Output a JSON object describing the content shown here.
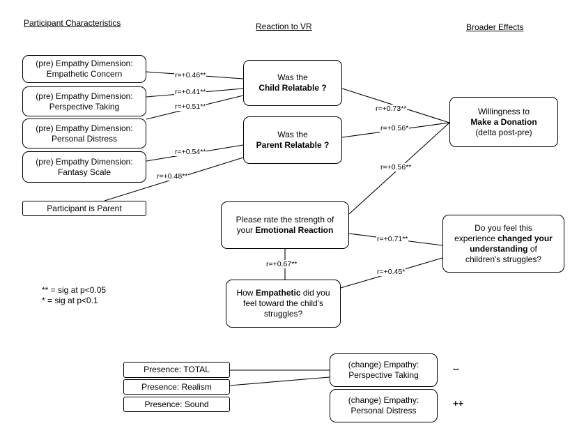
{
  "headers": {
    "participant": "Participant Characteristics",
    "reaction": "Reaction to VR",
    "broader": "Broader Effects"
  },
  "left_boxes": {
    "empathic_concern": {
      "line1": "(pre) Empathy Dimension:",
      "line2": "Empathetic Concern"
    },
    "perspective_taking": {
      "line1": "(pre) Empathy Dimension:",
      "line2": "Perspective Taking"
    },
    "personal_distress": {
      "line1": "(pre) Empathy Dimension:",
      "line2": "Personal Distress"
    },
    "fantasy_scale": {
      "line1": "(pre) Empathy Dimension:",
      "line2": "Fantasy Scale"
    },
    "is_parent": "Participant is Parent"
  },
  "middle_boxes": {
    "child": {
      "line1": "Was the",
      "bold": "Child Relatable ?"
    },
    "parent": {
      "line1": "Was the",
      "bold": "Parent Relatable ?"
    },
    "emotional": {
      "line1": "Please rate the strength of",
      "pre": "your ",
      "bold": "Emotional Reaction"
    },
    "empathetic": {
      "pre": "How ",
      "bold": "Empathetic",
      "post": " did you",
      "line2": "feel toward the child's",
      "line3": "struggles?"
    }
  },
  "right_boxes": {
    "donation": {
      "line1": "Willingness to",
      "bold": "Make a Donation",
      "line3": "(delta post-pre)"
    },
    "understanding": {
      "line1": "Do you feel this",
      "pre": "experience ",
      "bold1": "changed your",
      "bold2": "understanding",
      "post": " of",
      "line4": "children's struggles?"
    }
  },
  "correlations": {
    "ec_child": "r=+0.46**",
    "pt_child": "r=+0.41**",
    "pd_child": "r=+0.51**",
    "fs_parent": "r=+0.54**",
    "isparent_parent": "r=+0.48**",
    "child_donation": "r=+0.73**",
    "parent_donation": "r=+0.56*",
    "emotional_donation": "r=+0.56**",
    "emotional_understanding": "r=+0.71**",
    "emotional_empathetic": "r=+0.67**",
    "empathetic_understanding": "r=+0.45*"
  },
  "legend": {
    "line1": "** = sig at p<0.05",
    "line2": "* = sig at p<0.1"
  },
  "presence": {
    "total": "Presence: TOTAL",
    "realism": "Presence: Realism",
    "sound": "Presence: Sound"
  },
  "change_boxes": {
    "perspective": {
      "line1": "(change) Empathy:",
      "line2": "Perspective Taking"
    },
    "distress": {
      "line1": "(change) Empathy:",
      "line2": "Personal Distress"
    }
  },
  "signs": {
    "negative": "--",
    "positive": "++"
  }
}
